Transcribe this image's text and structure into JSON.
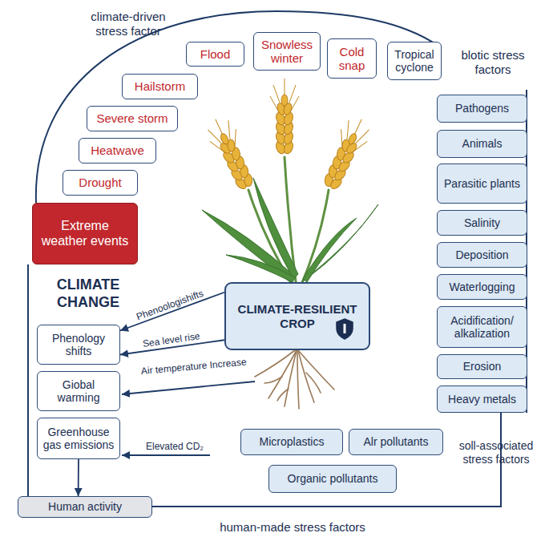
{
  "diagram": {
    "nodes": [
      {
        "text": [
          "Flood"
        ]
      },
      {
        "text": [
          "Snowless winter"
        ]
      },
      {
        "text": [
          "Cold snap"
        ]
      },
      {
        "text": [
          "Tropical cyclone"
        ]
      },
      {
        "text": [
          "Hailstorm"
        ]
      },
      {
        "text": [
          "Severe storm"
        ]
      },
      {
        "text": [
          "Heatwave"
        ]
      },
      {
        "text": [
          "Drought"
        ]
      },
      {
        "text": [
          "Extreme weather events"
        ]
      },
      {
        "text": [
          "Pathogens"
        ]
      },
      {
        "text": [
          "Animals"
        ]
      },
      {
        "text": [
          "Parasitic plants"
        ]
      },
      {
        "text": [
          "Salinity"
        ]
      },
      {
        "text": [
          "Deposition"
        ]
      },
      {
        "text": [
          "Waterlogging"
        ]
      },
      {
        "text": [
          "Acidification/ alkalization"
        ]
      },
      {
        "text": [
          "Erosion"
        ]
      },
      {
        "text": [
          "Heavy metals"
        ]
      },
      {
        "text": [
          "CLIMATE-RESILIENT CROP"
        ]
      },
      {
        "text": [
          "Phenology shifts"
        ]
      },
      {
        "text": [
          "Giobal warming"
        ]
      },
      {
        "text": [
          "Greenhouse gas emissions"
        ]
      },
      {
        "text": [
          "Microplastics"
        ]
      },
      {
        "text": [
          "Alr pollutants"
        ]
      },
      {
        "text": [
          "Organic pollutants"
        ]
      },
      {
        "text": [
          "Human activity"
        ]
      }
    ],
    "edges": [
      {
        "from": 18,
        "to": 19,
        "label": "Phenoologishifts",
        "arrow": "to"
      },
      {
        "from": 18,
        "to": 19,
        "label": "Sea level rise",
        "arrow": "to"
      },
      {
        "from": 21,
        "to": 25,
        "arrow": "to"
      }
    ],
    "labels": [
      "climate-driven stress factor",
      "blotic stress factors",
      "CLIMATE CHANGE",
      "Air temperature Increase",
      "Elevated CD₂",
      "soll-associated stress factors",
      "human-made stress factors"
    ]
  }
}
